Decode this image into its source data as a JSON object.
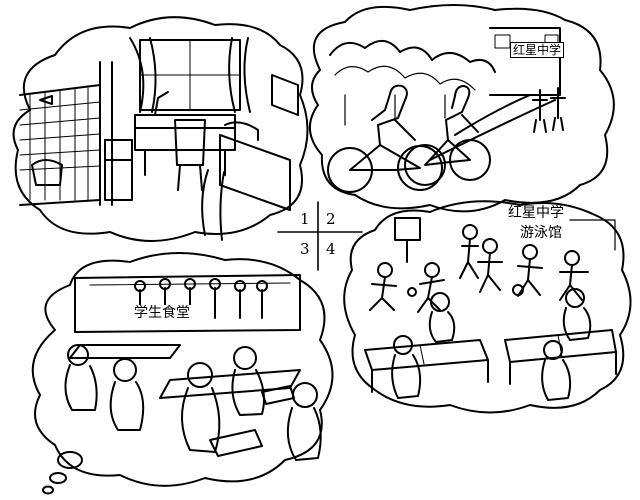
{
  "quadrant_numbers": [
    "1",
    "2",
    "3",
    "4"
  ],
  "sign_school_gate": "红星中学",
  "sign_canteen": "学生食堂",
  "sign_pool_line1": "红星中学",
  "sign_pool_line2": "游泳馆"
}
